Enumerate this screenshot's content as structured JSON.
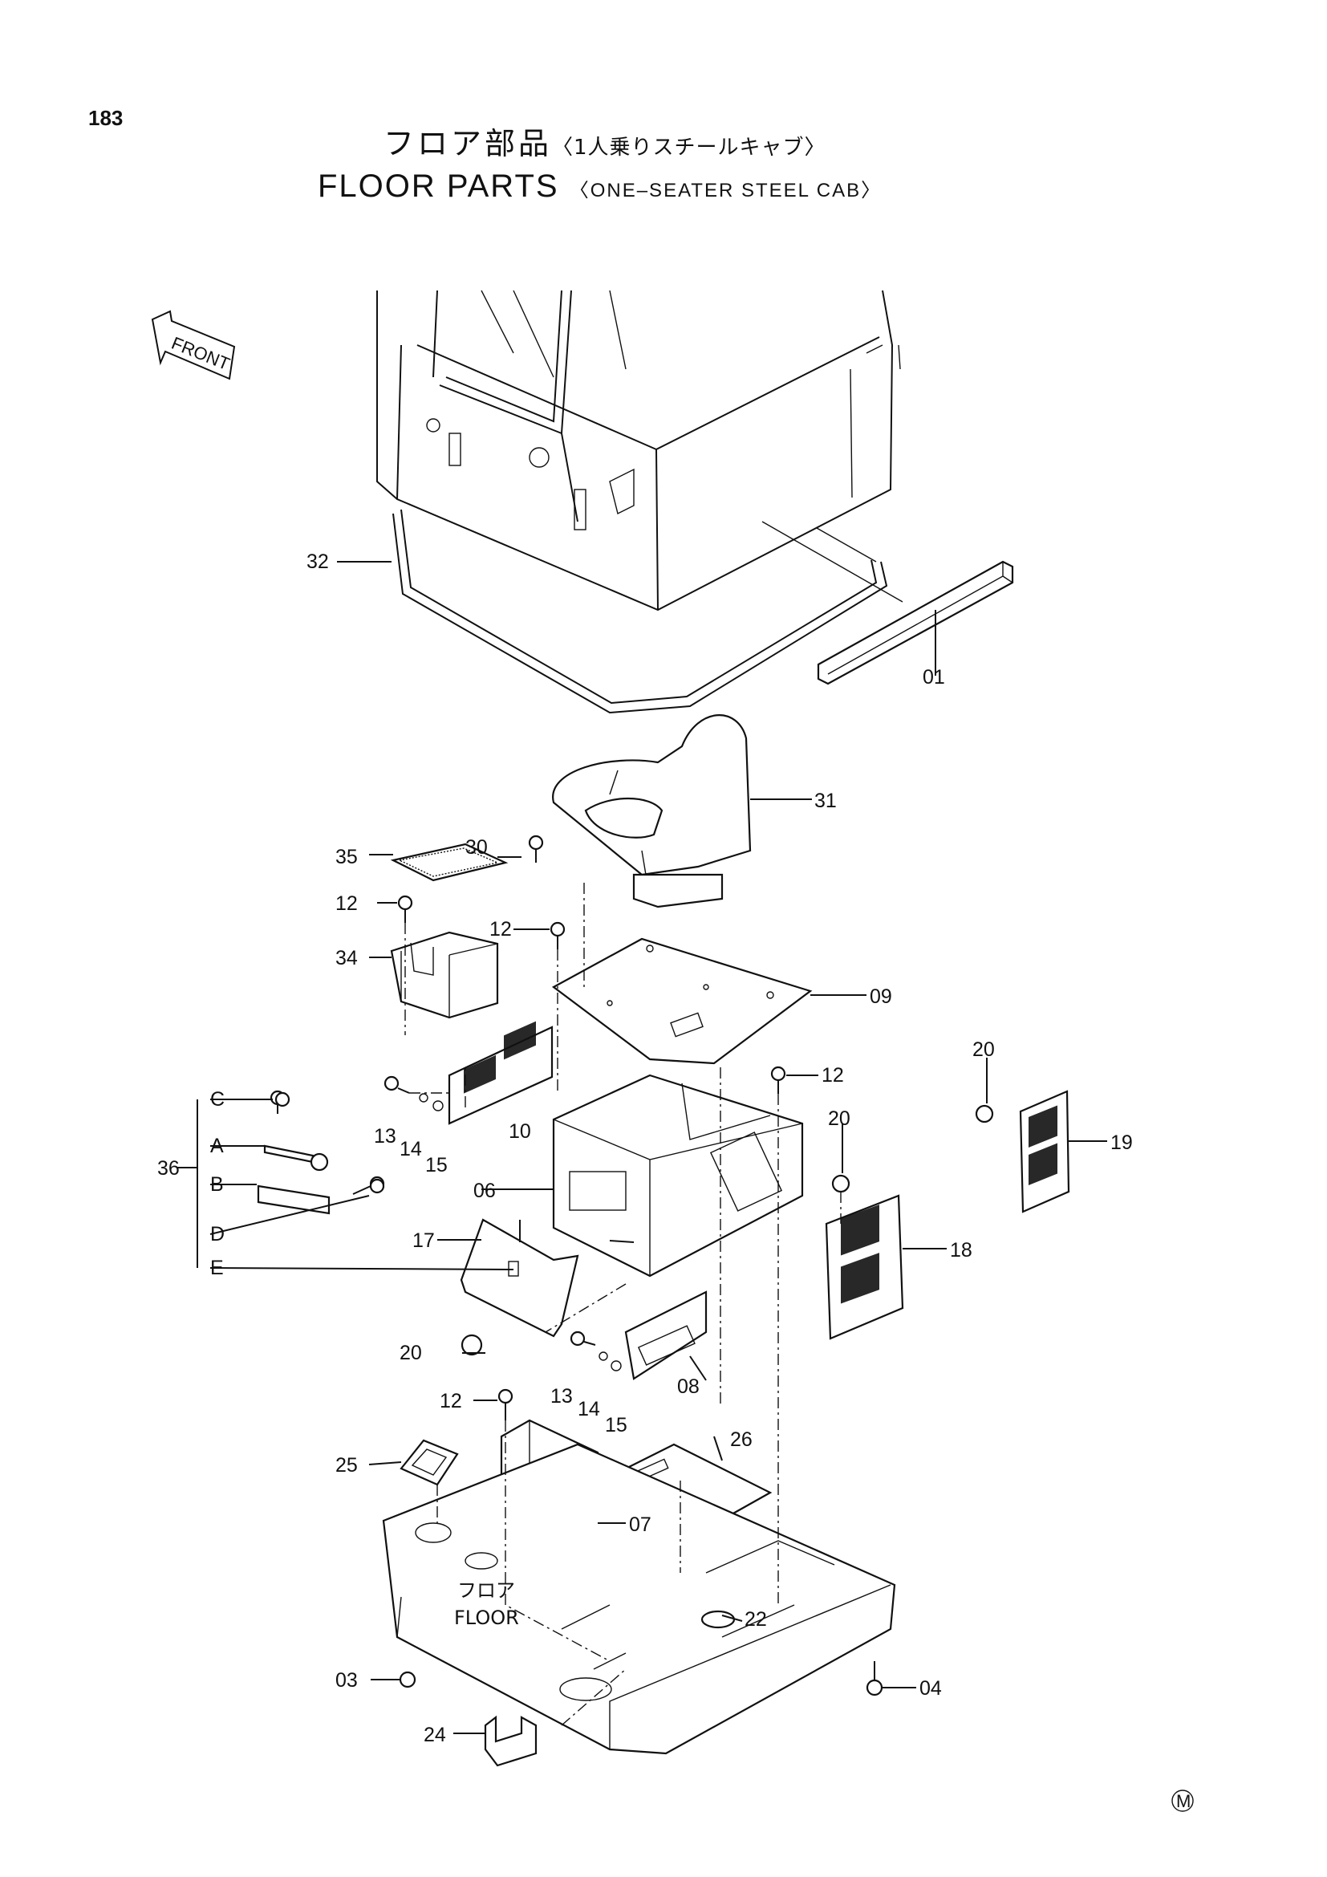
{
  "page_number": "183",
  "title_jp": "フロア部品",
  "title_jp_sub": "〈1人乗りスチールキャブ〉",
  "title_en": "FLOOR  PARTS",
  "title_en_sub": "〈ONE–SEATER  STEEL  CAB〉",
  "front_label": "FRONT",
  "floor_label_jp": "フロア",
  "floor_label_en": "FLOOR",
  "group_callout": "36",
  "group_letters": [
    "C",
    "A",
    "B",
    "D",
    "E"
  ],
  "parts": {
    "p01": "01",
    "p03": "03",
    "p04": "04",
    "p06": "06",
    "p07": "07",
    "p08": "08",
    "p09": "09",
    "p10": "10",
    "p12a": "12",
    "p12b": "12",
    "p12c": "12",
    "p12d": "12",
    "p13a": "13",
    "p13b": "13",
    "p14a": "14",
    "p14b": "14",
    "p15a": "15",
    "p15b": "15",
    "p17": "17",
    "p18": "18",
    "p19": "19",
    "p20a": "20",
    "p20b": "20",
    "p20c": "20",
    "p22": "22",
    "p24": "24",
    "p25": "25",
    "p26": "26",
    "p30": "30",
    "p31": "31",
    "p32": "32",
    "p34": "34",
    "p35": "35"
  },
  "corner_mark": "M"
}
